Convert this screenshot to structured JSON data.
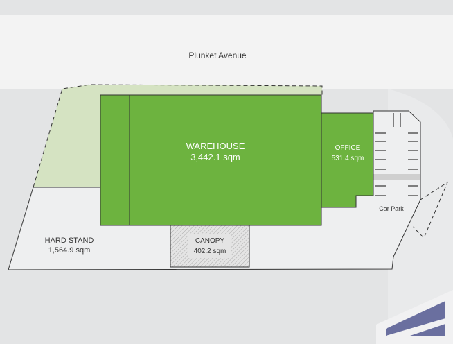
{
  "street": {
    "name": "Plunket Avenue"
  },
  "areas": {
    "warehouse": {
      "title": "WAREHOUSE",
      "size": "3,442.1 sqm"
    },
    "office": {
      "title": "OFFICE",
      "size": "531.4 sqm"
    },
    "canopy": {
      "title": "CANOPY",
      "size": "402.2 sqm"
    },
    "hard_stand": {
      "title": "HARD STAND",
      "size": "1,564.9 sqm"
    },
    "car_park": {
      "title": "Car Park"
    }
  },
  "colors": {
    "building": "#6db33f",
    "landscape": "#d5e3c2",
    "site": "#eeeff0",
    "street": "#f3f3f3",
    "background": "#e3e4e5",
    "logo": "#6a6f9f"
  }
}
